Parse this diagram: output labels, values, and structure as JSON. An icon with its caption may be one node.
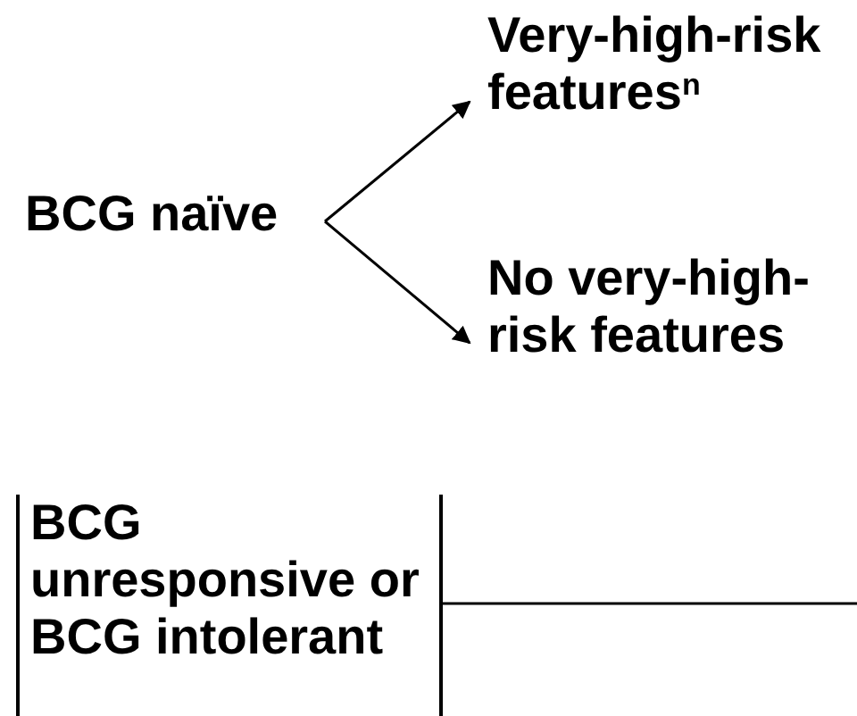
{
  "diagram": {
    "nodes": [
      {
        "text": [
          "BCG naïve"
        ]
      },
      {
        "text": [
          "Very-high-risk features$^{n}$"
        ]
      },
      {
        "text": [
          "No very-high-risk features"
        ]
      },
      {
        "text": [
          "BCG unresponsive or BCG intolerant"
        ]
      }
    ],
    "edges": [
      {
        "from": 0,
        "to": 1,
        "arrow": "to"
      },
      {
        "from": 0,
        "to": 2,
        "arrow": "to"
      },
      {
        "from": 3,
        "to": null,
        "arrow": "none"
      }
    ]
  }
}
